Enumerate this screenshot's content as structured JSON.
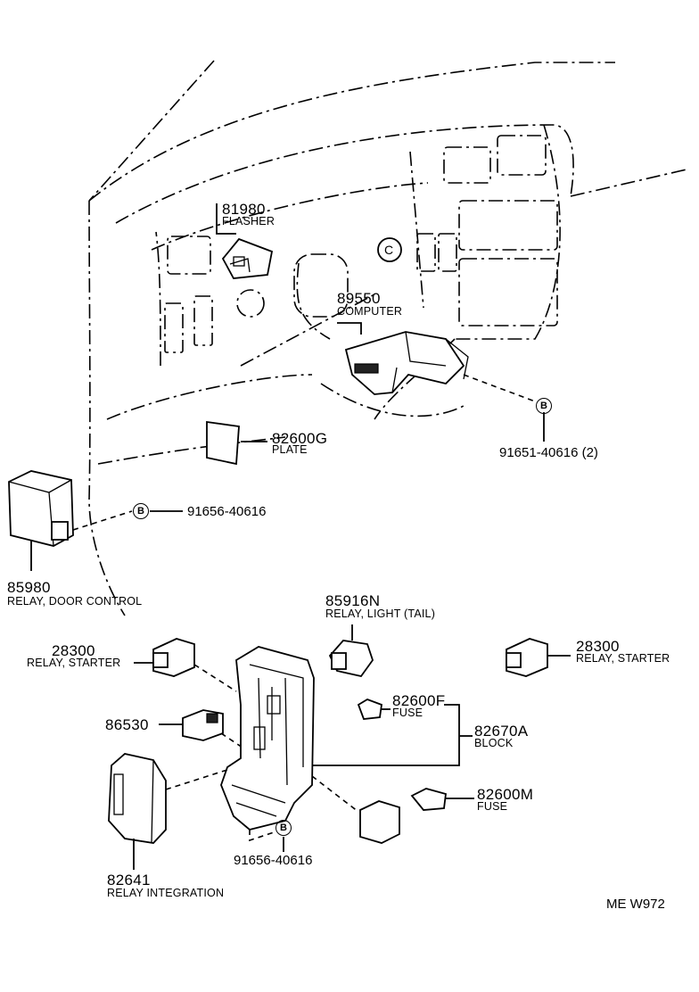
{
  "parts": [
    {
      "id": "flasher",
      "number": "81980",
      "name": "FLASHER"
    },
    {
      "id": "computer",
      "number": "89550",
      "name": "COMPUTER"
    },
    {
      "id": "plate",
      "number": "82600G",
      "name": "PLATE"
    },
    {
      "id": "relay_door",
      "number": "85980",
      "name": "RELAY, DOOR CONTROL"
    },
    {
      "id": "relay_tail",
      "number": "85916N",
      "name": "RELAY, LIGHT (TAIL)"
    },
    {
      "id": "starter_left",
      "number": "28300",
      "name": "RELAY, STARTER"
    },
    {
      "id": "starter_right",
      "number": "28300",
      "name": "RELAY, STARTER"
    },
    {
      "id": "part_86530",
      "number": "86530",
      "name": ""
    },
    {
      "id": "fuse_f",
      "number": "82600F",
      "name": "FUSE"
    },
    {
      "id": "block",
      "number": "82670A",
      "name": "BLOCK"
    },
    {
      "id": "fuse_m",
      "number": "82600M",
      "name": "FUSE"
    },
    {
      "id": "relay_integration",
      "number": "82641",
      "name": "RELAY INTEGRATION"
    }
  ],
  "bolts": [
    {
      "id": "bolt_computer",
      "marker": "B",
      "number": "91651-40616 (2)"
    },
    {
      "id": "bolt_door",
      "marker": "B",
      "number": "91656-40616"
    },
    {
      "id": "bolt_block",
      "marker": "B",
      "number": "91656-40616"
    }
  ],
  "marks": {
    "c_mark": "C"
  },
  "footer": {
    "code": "ME W972"
  }
}
